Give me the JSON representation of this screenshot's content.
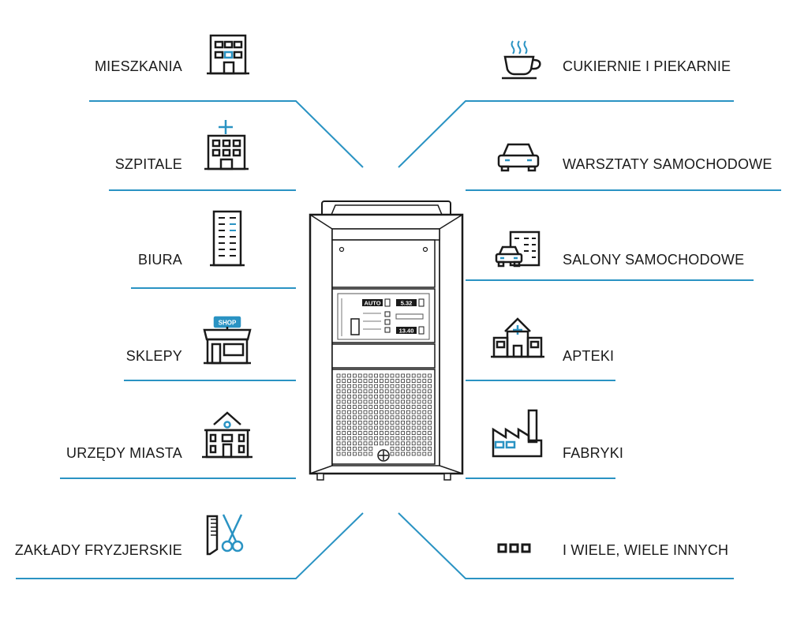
{
  "accent_color": "#2a93c3",
  "line_color": "#222222",
  "left_categories": [
    {
      "label": "MIESZKANIA",
      "icon": "apartment-building-icon"
    },
    {
      "label": "SZPITALE",
      "icon": "hospital-icon"
    },
    {
      "label": "BIURA",
      "icon": "office-building-icon"
    },
    {
      "label": "SKLEPY",
      "icon": "shop-icon"
    },
    {
      "label": "URZĘDY MIASTA",
      "icon": "city-hall-icon"
    },
    {
      "label": "ZAKŁADY FRYZJERSKIE",
      "icon": "comb-scissors-icon"
    }
  ],
  "right_categories": [
    {
      "label": "CUKIERNIE I PIEKARNIE",
      "icon": "coffee-cup-icon"
    },
    {
      "label": "WARSZTATY SAMOCHODOWE",
      "icon": "car-icon"
    },
    {
      "label": "SALONY SAMOCHODOWE",
      "icon": "car-dealership-icon"
    },
    {
      "label": "APTEKI",
      "icon": "pharmacy-icon"
    },
    {
      "label": "FABRYKI",
      "icon": "factory-icon"
    },
    {
      "label": "I WIELE, WIELE INNYCH",
      "icon": "dots-icon"
    }
  ],
  "shop_sign": "SHOP",
  "device": {
    "name": "device-cabinet-illustration",
    "display_top_left": "AUTO",
    "display_top_right": "5.32",
    "display_bottom_right": "13.40"
  }
}
